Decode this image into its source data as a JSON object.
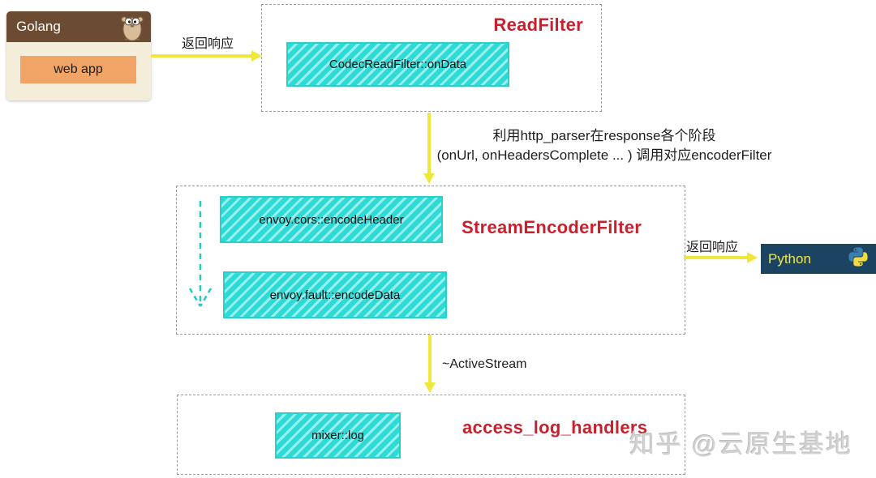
{
  "golang": {
    "title": "Golang",
    "app_label": "web app"
  },
  "read_filter": {
    "title": "ReadFilter",
    "node": "CodecReadFilter::onData"
  },
  "stream_encoder_filter": {
    "title": "StreamEncoderFilter",
    "nodes": [
      "envoy.cors::encodeHeader",
      "envoy.fault::encodeData"
    ]
  },
  "access_log": {
    "title": "access_log_handlers",
    "node": "mixer::log"
  },
  "python": {
    "label": "Python"
  },
  "labels": {
    "golang_to_readfilter": "返回响应",
    "parser_line1": "利用http_parser在response各个阶段",
    "parser_line2": "(onUrl, onHeadersComplete ... ) 调用对应encoderFilter",
    "stream_to_python": "返回响应",
    "active_stream": "~ActiveStream"
  },
  "watermark": "知乎 @云原生基地",
  "icons": {
    "gopher": "golang-gopher-icon",
    "python": "python-logo-icon",
    "cyan_dashed_arrow": "dashed-down-arrow-icon"
  },
  "colors": {
    "node_fill": "#2edad5",
    "node_stripe": "#97f0ec",
    "node_border": "#29cfc9",
    "title_red": "#c9202e",
    "arrow_yellow": "#efe73b",
    "group_border_gray": "#9a9a9a",
    "golang_header_brown": "#6b4c33",
    "golang_body_cream": "#f4edda",
    "webapp_orange": "#f0a566",
    "python_navy": "#1b4462",
    "python_text_yellow": "#f2e64b",
    "watermark_gray": "#d2d2d2"
  }
}
